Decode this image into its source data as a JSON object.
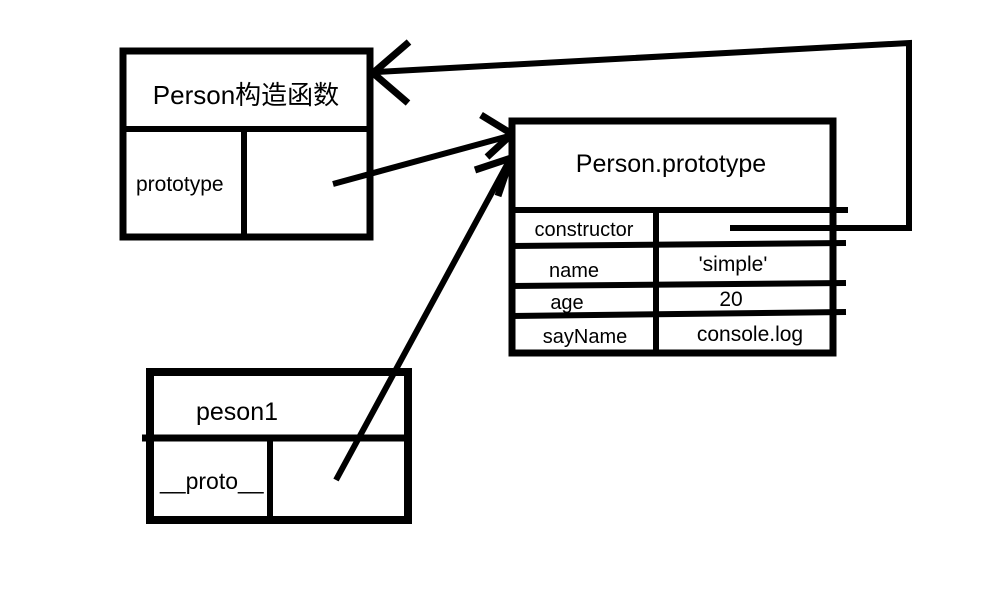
{
  "canvas": {
    "background": "#ffffff",
    "ink_color": "#000000"
  },
  "boxes": {
    "person_constructor": {
      "title": "Person构造函数",
      "fields": [
        {
          "key": "prototype",
          "value": ""
        }
      ]
    },
    "person_prototype": {
      "title": "Person.prototype",
      "fields": [
        {
          "key": "constructor",
          "value": ""
        },
        {
          "key": "name",
          "value": "'simple'"
        },
        {
          "key": "age",
          "value": "20"
        },
        {
          "key": "sayName",
          "value": "console.log"
        }
      ]
    },
    "person1": {
      "title": "peson1",
      "fields": [
        {
          "key": "__proto__",
          "value": ""
        }
      ]
    }
  },
  "arrows": [
    {
      "name": "constructor-to-constructor-function",
      "from": "Person.prototype.constructor",
      "to": "Person构造函数"
    },
    {
      "name": "prototype-to-prototype-object",
      "from": "Person构造函数.prototype",
      "to": "Person.prototype"
    },
    {
      "name": "proto-to-prototype-object",
      "from": "peson1.__proto__",
      "to": "Person.prototype"
    }
  ]
}
